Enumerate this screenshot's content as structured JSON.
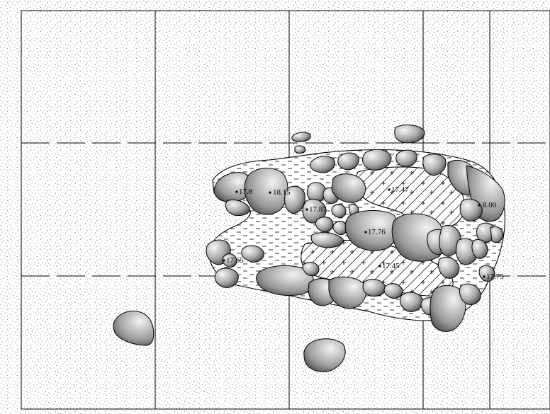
{
  "drawing": {
    "colors": {
      "paper": "#ffffff",
      "line": "#000000",
      "stipple": "#8a8a8a",
      "rock_light": "#f4f4f4",
      "rock_dark": "#3c3c3c"
    },
    "hatch_patterns": [
      "sand-stipple",
      "dash-fill",
      "diagonal-cross-hatch"
    ],
    "elevations": [
      {
        "id": "e1",
        "text": "17.8"
      },
      {
        "id": "e2",
        "text": "18.15"
      },
      {
        "id": "e3",
        "text": "17.87"
      },
      {
        "id": "e4",
        "text": "17.47"
      },
      {
        "id": "e5",
        "text": "17.76"
      },
      {
        "id": "e6",
        "text": "8.00"
      },
      {
        "id": "e7",
        "text": "17.65"
      },
      {
        "id": "e8",
        "text": "17.45"
      },
      {
        "id": "e9",
        "text": "17.75"
      }
    ]
  }
}
